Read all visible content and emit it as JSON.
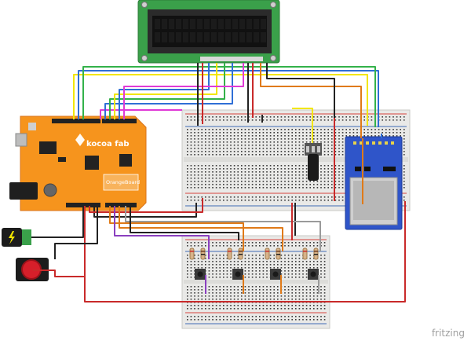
{
  "board": {
    "brand": "kocoa fab",
    "name": "OrangeBoard"
  },
  "watermark": "fritzing",
  "colors": {
    "board": "#f6941d",
    "board_edge": "#d9731a",
    "lcd_pcb": "#3aa04a",
    "lcd_screen": "#1d1d1d",
    "breadboard": "#e9e9e7",
    "rail_red": "#d6443c",
    "rail_blue": "#3f6bb5",
    "sd_module": "#2f55c9",
    "wire_red": "#c92a2a",
    "wire_black": "#222222",
    "wire_yellow": "#f2e600",
    "wire_green": "#33b24a",
    "wire_blue": "#2f6fd6",
    "wire_orange": "#e07a18",
    "wire_magenta": "#e03ad6",
    "wire_purple": "#8a3fbf",
    "wire_gray": "#9a9a9a",
    "button_red": "#d61f2a"
  }
}
